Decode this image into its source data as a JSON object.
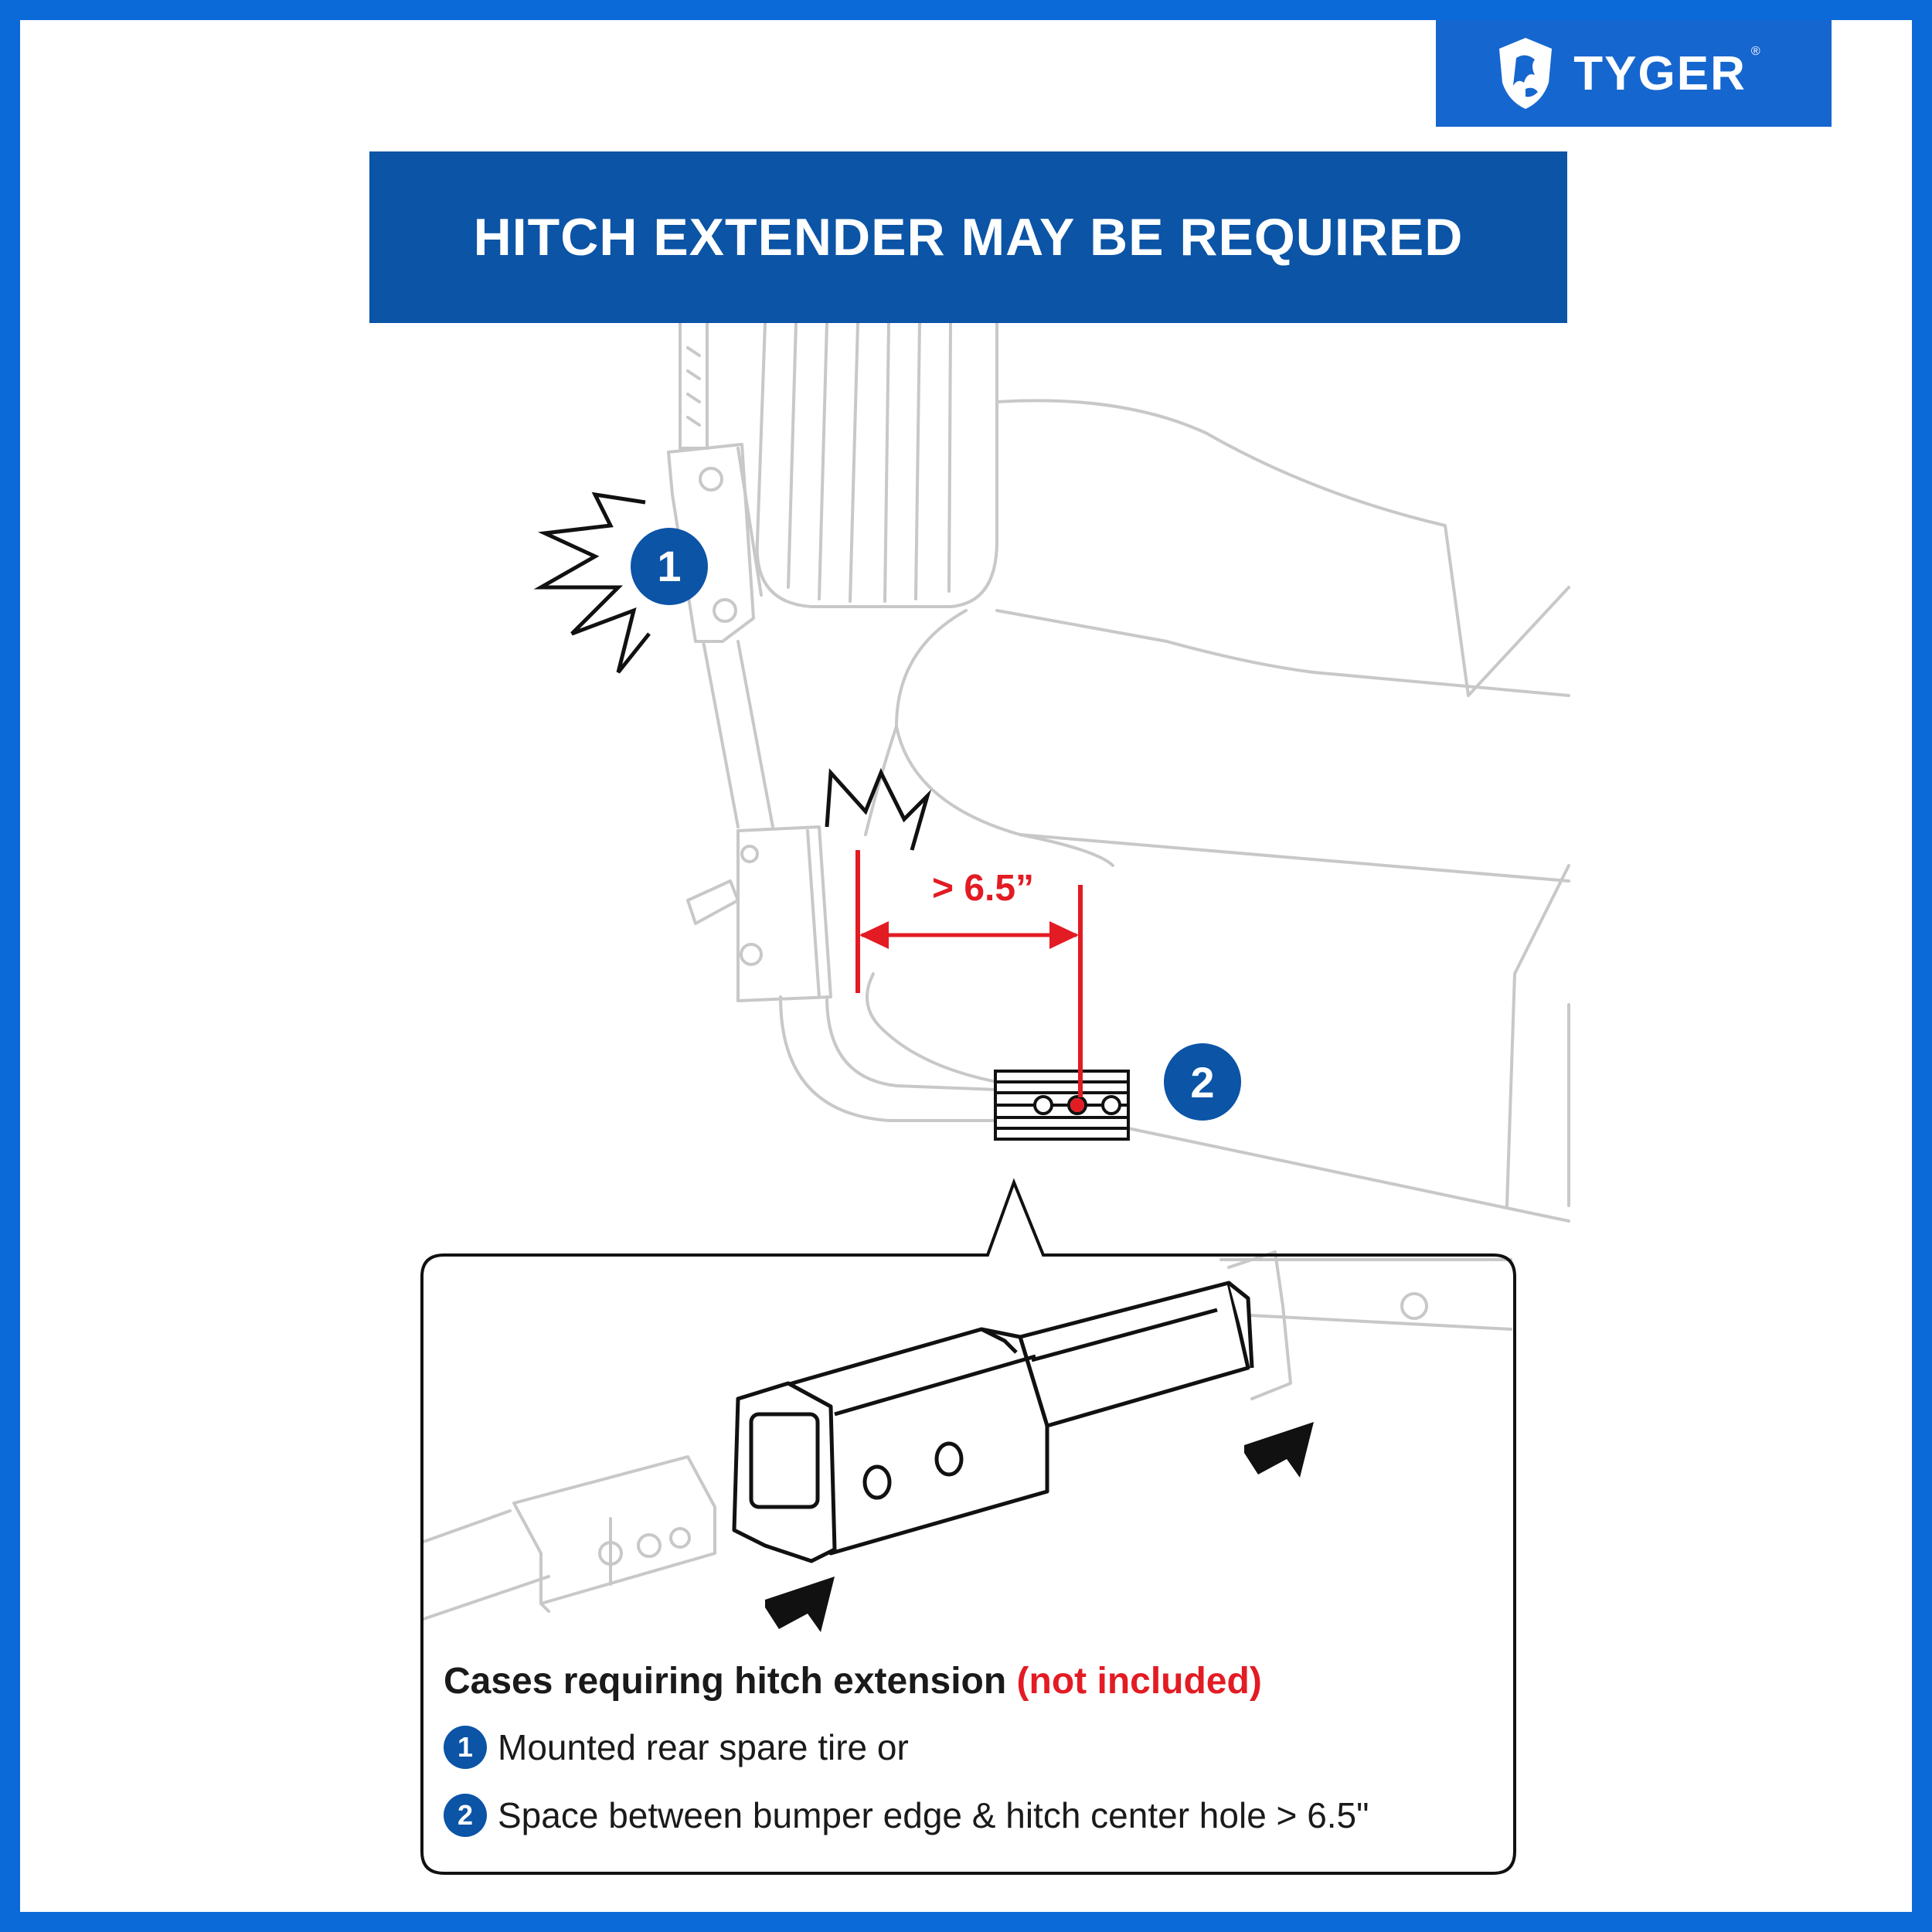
{
  "brand": {
    "name": "TYGER",
    "mark": "®"
  },
  "banner": {
    "title": "HITCH EXTENDER MAY BE REQUIRED"
  },
  "callouts": [
    {
      "number": "1"
    },
    {
      "number": "2"
    }
  ],
  "measurement": {
    "label": "> 6.5”"
  },
  "caption": {
    "heading": "Cases requiring hitch extension",
    "heading_note": "(not included)",
    "items": [
      {
        "number": "1",
        "text": "Mounted rear spare tire or"
      },
      {
        "number": "2",
        "text": "Space between bumper edge & hitch center hole > 6.5\""
      }
    ]
  },
  "colors": {
    "border": "#0c6ad8",
    "banner": "#0b54a6",
    "accent_red": "#e31b23",
    "line_gray": "#c8c8c8"
  },
  "icons": [
    "shield-lion-logo-icon",
    "impact-burst-icon",
    "arrow-right-icon"
  ]
}
